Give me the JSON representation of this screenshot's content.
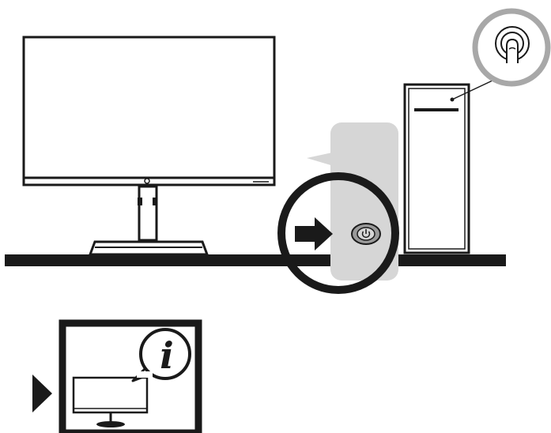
{
  "diagram": {
    "steps": [
      {
        "id": "press-pc-power",
        "description_visible": false
      },
      {
        "id": "monitor-info-screen",
        "description_visible": false
      }
    ],
    "info_glyph": "i",
    "colors": {
      "line": "#1a1a1a",
      "callout_ring": "#a8a8a8",
      "highlight_panel": "#d6d6d6",
      "highlight_ring": "#1a1a1a",
      "button_fill": "#9a9a9a",
      "background": "#ffffff"
    },
    "icons": [
      "monitor-icon",
      "pc-tower-icon",
      "finger-press-icon",
      "power-button-icon",
      "arrow-right-icon",
      "info-icon",
      "play-triangle-icon"
    ]
  }
}
